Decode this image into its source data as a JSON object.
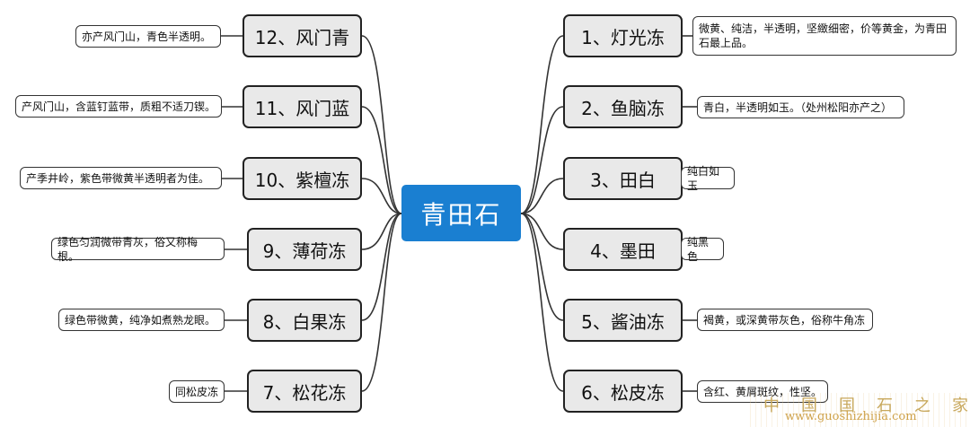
{
  "center": {
    "label": "青田石"
  },
  "right_branches": [
    {
      "label": "1、灯光冻",
      "note": "微黄、纯洁，半透明，坚緻细密，价等黄金，为青田石最上品。"
    },
    {
      "label": "2、鱼脑冻",
      "note": "青白，半透明如玉。（处州松阳亦产之）"
    },
    {
      "label": "3、田白",
      "note": "纯白如玉"
    },
    {
      "label": "4、墨田",
      "note": "纯黑色"
    },
    {
      "label": "5、酱油冻",
      "note": "褐黄，或深黄带灰色，俗称牛角冻"
    },
    {
      "label": "6、松皮冻",
      "note": "含红、黄屑斑纹，性坚。"
    }
  ],
  "left_branches": [
    {
      "label": "12、风门青",
      "note": "亦产风门山，青色半透明。"
    },
    {
      "label": "11、风门蓝",
      "note": "产风门山，含蓝钉蓝带，质粗不适刀锲。"
    },
    {
      "label": "10、紫檀冻",
      "note": "产季井岭，紫色带微黄半透明者为佳。"
    },
    {
      "label": "9、薄荷冻",
      "note": "绿色匀润微带青灰，俗又称梅根。"
    },
    {
      "label": "8、白果冻",
      "note": "绿色带微黄，纯净如煮熟龙眼。"
    },
    {
      "label": "7、松花冻",
      "note": "同松皮冻"
    }
  ],
  "watermark": {
    "chars": [
      "中",
      "国",
      "国",
      "石",
      "之",
      "家"
    ],
    "url": "www.guoshizhijia.com"
  },
  "colors": {
    "center": "#1a7fd1",
    "node_fill": "#e9e9e9",
    "line": "#333333",
    "watermark": "#c8a85c"
  }
}
